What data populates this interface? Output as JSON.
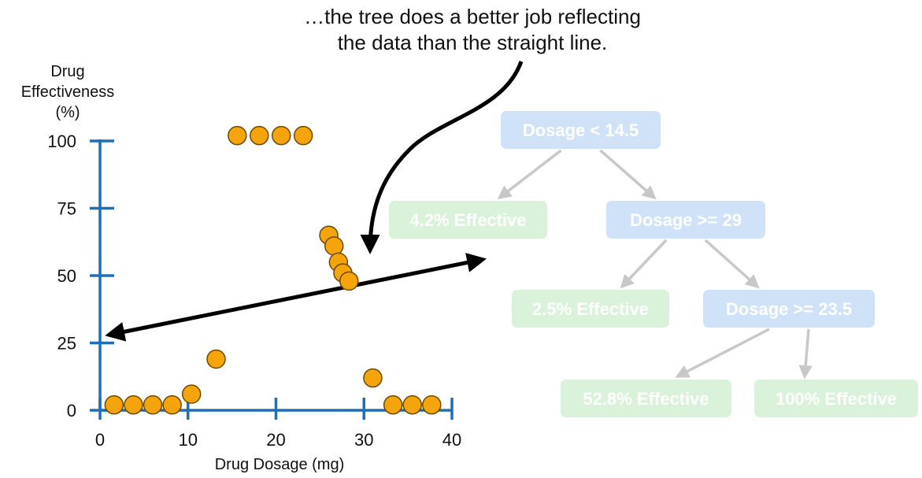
{
  "caption": {
    "line1": "…the tree does a better job reflecting",
    "line2": "the data than the straight line."
  },
  "chart_data": {
    "type": "scatter",
    "xlabel": "Drug Dosage (mg)",
    "ylabel_lines": [
      "Drug",
      "Effectiveness",
      "(%)"
    ],
    "xlim": [
      0,
      40
    ],
    "ylim": [
      0,
      100
    ],
    "x_ticks": [
      0,
      10,
      20,
      30,
      40
    ],
    "y_ticks": [
      0,
      25,
      50,
      75,
      100
    ],
    "grid": false,
    "points": [
      {
        "x": 1.6,
        "y": 2
      },
      {
        "x": 3.8,
        "y": 2
      },
      {
        "x": 6.0,
        "y": 2
      },
      {
        "x": 8.2,
        "y": 2
      },
      {
        "x": 10.4,
        "y": 6
      },
      {
        "x": 13.2,
        "y": 19
      },
      {
        "x": 15.6,
        "y": 102
      },
      {
        "x": 18.1,
        "y": 102
      },
      {
        "x": 20.6,
        "y": 102
      },
      {
        "x": 23.1,
        "y": 102
      },
      {
        "x": 26.0,
        "y": 65
      },
      {
        "x": 26.6,
        "y": 61
      },
      {
        "x": 27.1,
        "y": 55
      },
      {
        "x": 27.6,
        "y": 51
      },
      {
        "x": 28.3,
        "y": 48
      },
      {
        "x": 31.0,
        "y": 12
      },
      {
        "x": 33.3,
        "y": 2
      },
      {
        "x": 35.5,
        "y": 2
      },
      {
        "x": 37.7,
        "y": 2
      }
    ],
    "line": {
      "x": [
        1,
        43.5
      ],
      "y": [
        28,
        56
      ]
    }
  },
  "tree": {
    "nodes": [
      {
        "id": "root",
        "label": "Dosage < 14.5",
        "kind": "decision"
      },
      {
        "id": "leaf1",
        "label": "4.2% Effective",
        "kind": "leaf"
      },
      {
        "id": "node2",
        "label": "Dosage >= 29",
        "kind": "decision"
      },
      {
        "id": "leaf2",
        "label": "2.5% Effective",
        "kind": "leaf"
      },
      {
        "id": "node3",
        "label": "Dosage >= 23.5",
        "kind": "decision"
      },
      {
        "id": "leaf3",
        "label": "52.8% Effective",
        "kind": "leaf"
      },
      {
        "id": "leaf4",
        "label": "100% Effective",
        "kind": "leaf"
      }
    ],
    "edges": [
      [
        "root",
        "leaf1"
      ],
      [
        "root",
        "node2"
      ],
      [
        "node2",
        "leaf2"
      ],
      [
        "node2",
        "node3"
      ],
      [
        "node3",
        "leaf3"
      ],
      [
        "node3",
        "leaf4"
      ]
    ]
  },
  "colors": {
    "axis": "#1f6fb8",
    "point_fill": "#f5a40c",
    "point_stroke": "#6b4a00",
    "line": "#000000",
    "decision_node": "#cfe2f8",
    "leaf_node": "#d9f2d9",
    "edge": "#c8c8c8",
    "node_text": "#ffffff"
  }
}
